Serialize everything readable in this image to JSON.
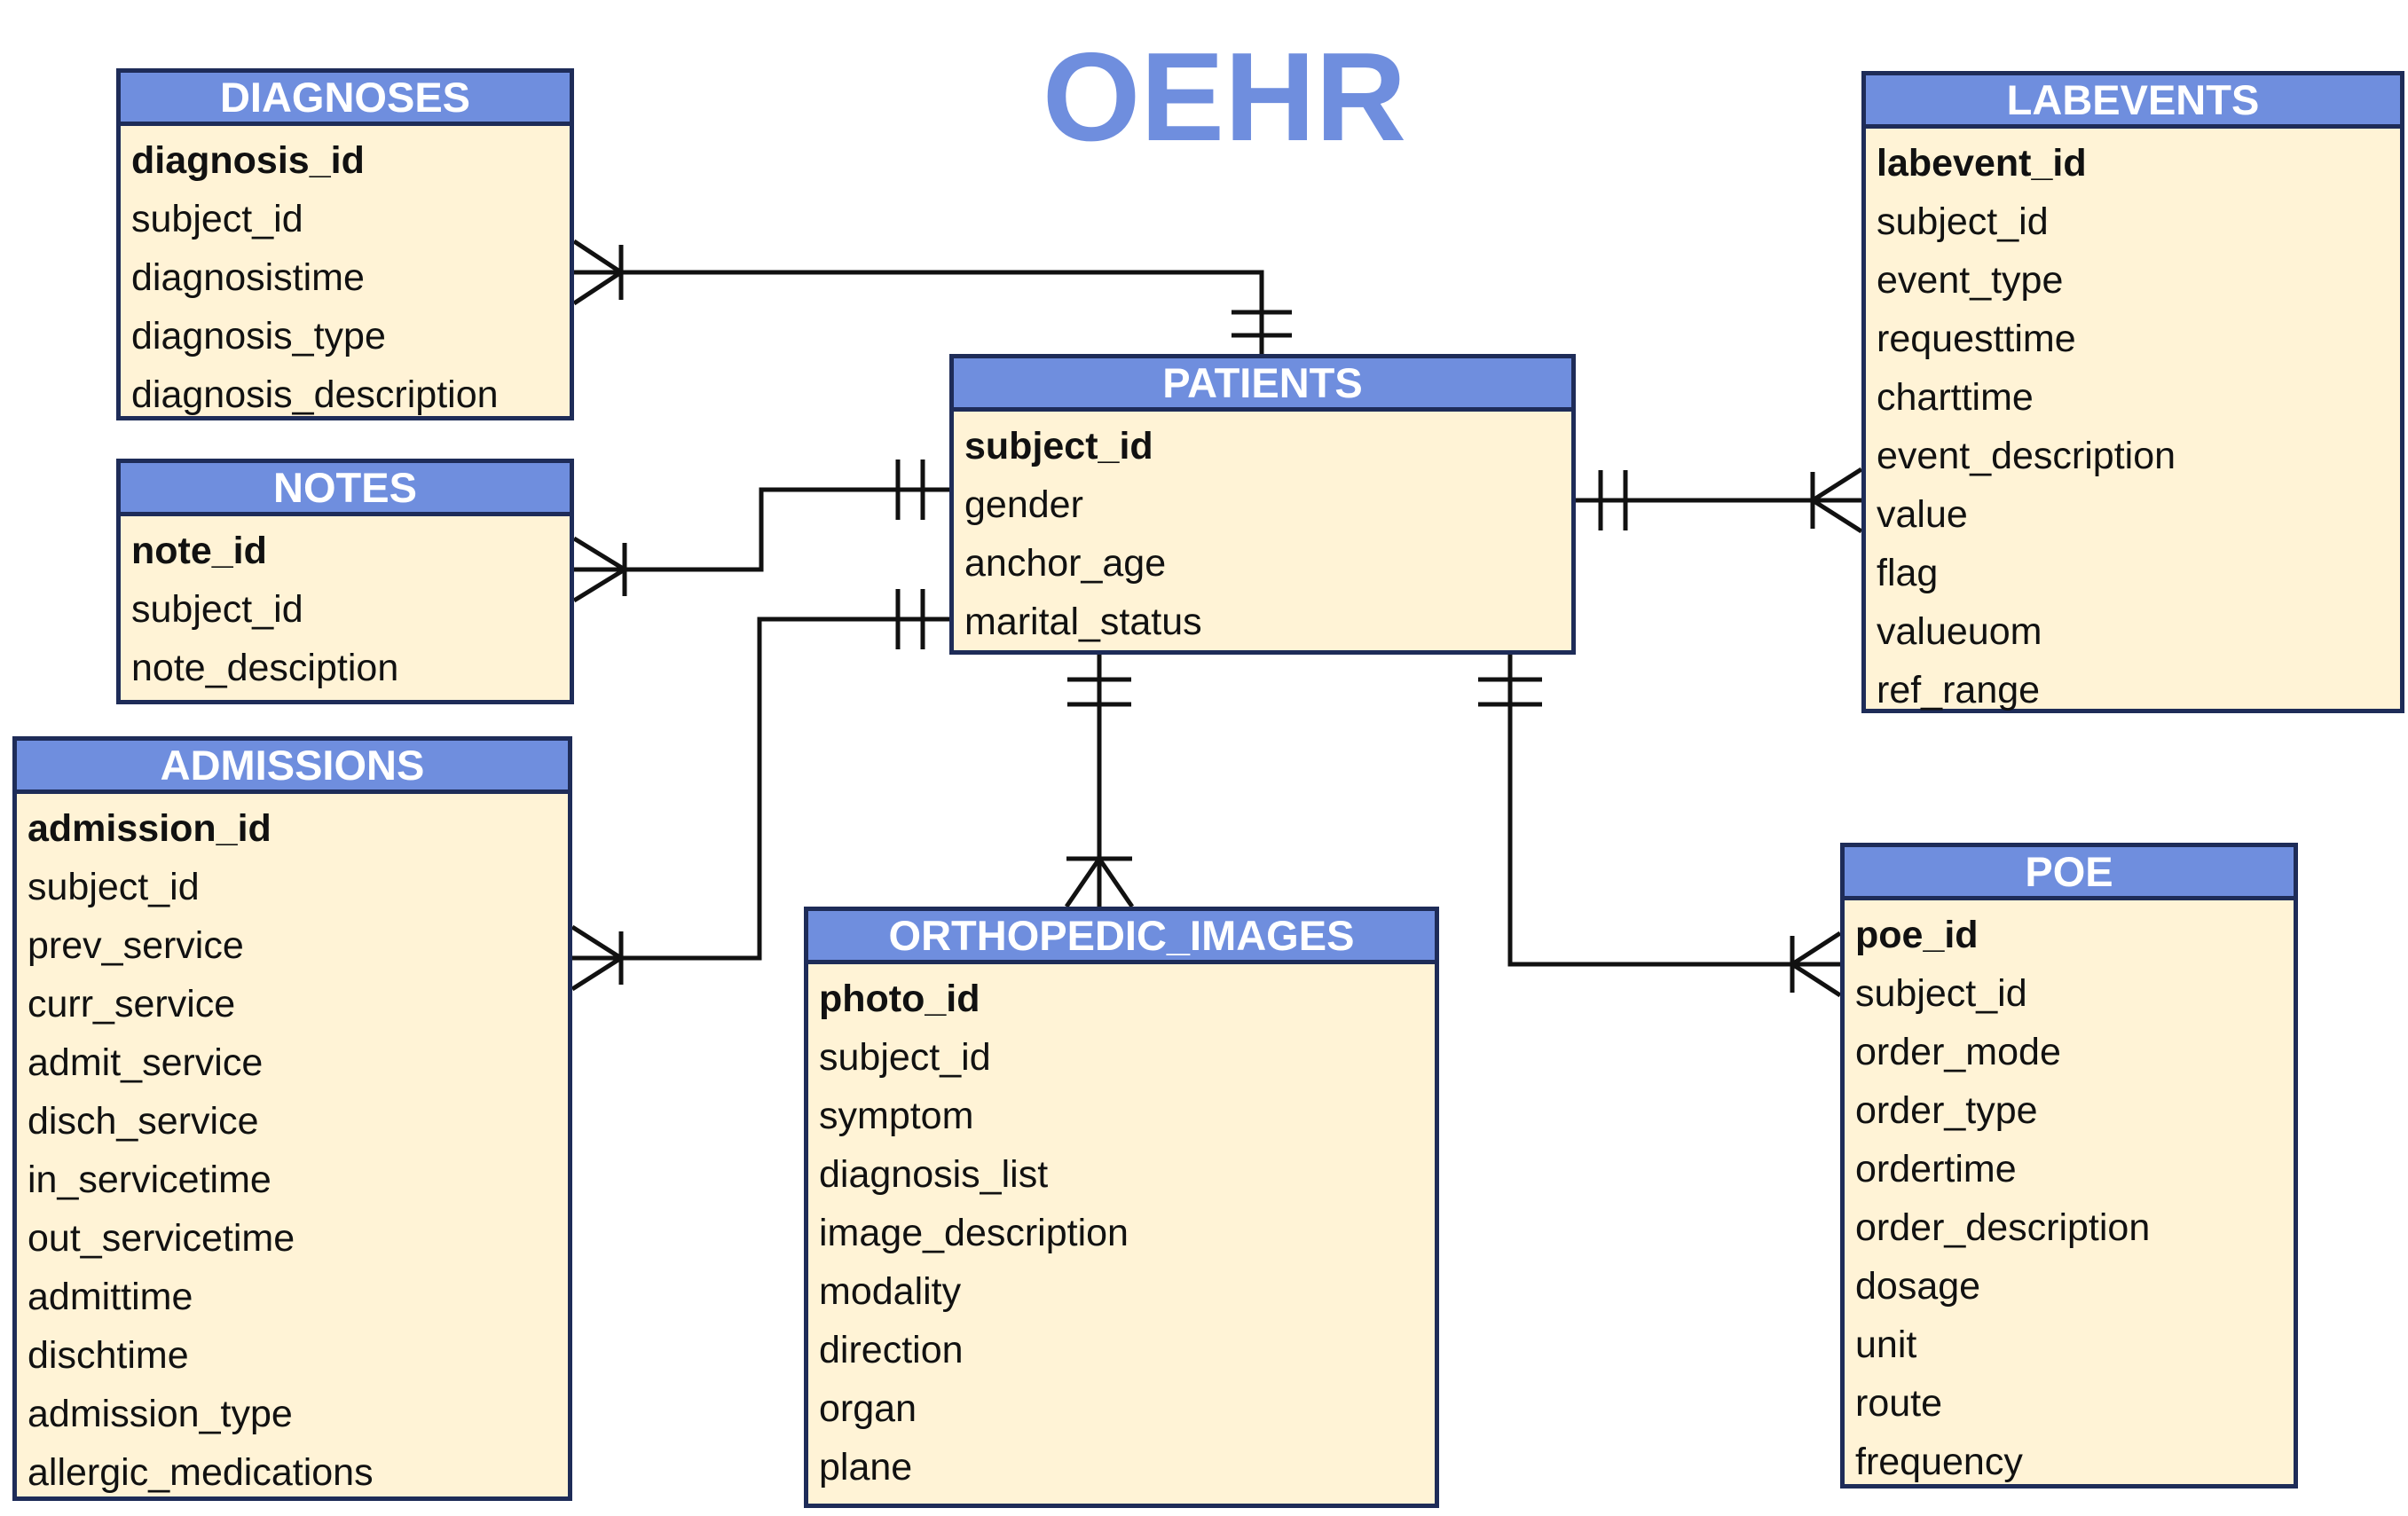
{
  "title": "OEHR",
  "colors": {
    "header_fill": "#6f8ede",
    "body_fill": "#fff3d6",
    "border": "#1e2c58",
    "title": "#6f8ede",
    "line": "#111111"
  },
  "entities": [
    {
      "id": "diagnoses",
      "name": "DIAGNOSES",
      "fields": [
        "diagnosis_id",
        "subject_id",
        "diagnosistime",
        "diagnosis_type",
        "diagnosis_description"
      ]
    },
    {
      "id": "notes",
      "name": "NOTES",
      "fields": [
        "note_id",
        "subject_id",
        "note_desciption"
      ]
    },
    {
      "id": "admissions",
      "name": "ADMISSIONS",
      "fields": [
        "admission_id",
        "subject_id",
        "prev_service",
        "curr_service",
        "admit_service",
        "disch_service",
        "in_servicetime",
        "out_servicetime",
        "admittime",
        "dischtime",
        "admission_type",
        "allergic_medications"
      ]
    },
    {
      "id": "patients",
      "name": "PATIENTS",
      "fields": [
        "subject_id",
        "gender",
        "anchor_age",
        "marital_status"
      ]
    },
    {
      "id": "orthopedic-images",
      "name": "ORTHOPEDIC_IMAGES",
      "fields": [
        "photo_id",
        "subject_id",
        "symptom",
        "diagnosis_list",
        "image_description",
        "modality",
        "direction",
        "organ",
        "plane"
      ]
    },
    {
      "id": "labevents",
      "name": "LABEVENTS",
      "fields": [
        "labevent_id",
        "subject_id",
        "event_type",
        "requesttime",
        "charttime",
        "event_description",
        "value",
        "flag",
        "valueuom",
        "ref_range"
      ]
    },
    {
      "id": "poe",
      "name": "POE",
      "fields": [
        "poe_id",
        "subject_id",
        "order_mode",
        "order_type",
        "ordertime",
        "order_description",
        "dosage",
        "unit",
        "route",
        "frequency"
      ]
    }
  ],
  "relationships": [
    {
      "from": "patients",
      "to": "diagnoses",
      "cardinality": "one-to-many"
    },
    {
      "from": "patients",
      "to": "notes",
      "cardinality": "one-to-many"
    },
    {
      "from": "patients",
      "to": "admissions",
      "cardinality": "one-to-many"
    },
    {
      "from": "patients",
      "to": "orthopedic-images",
      "cardinality": "one-to-many"
    },
    {
      "from": "patients",
      "to": "labevents",
      "cardinality": "one-to-many"
    },
    {
      "from": "patients",
      "to": "poe",
      "cardinality": "one-to-many"
    }
  ]
}
